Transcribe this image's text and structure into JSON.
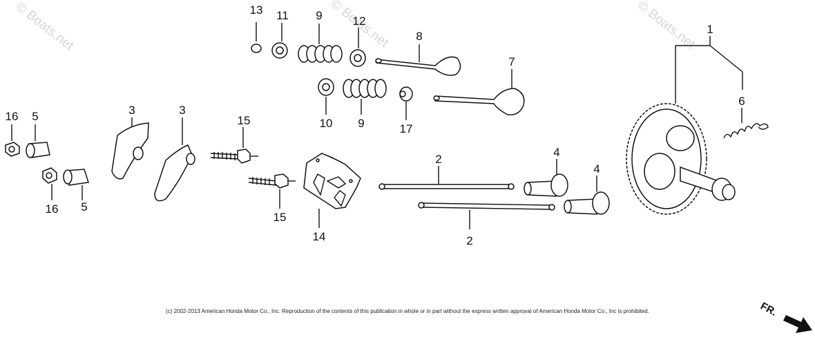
{
  "watermarks": [
    "© Boats.net",
    "© Boats.net",
    "© Boats.net"
  ],
  "labels": {
    "p1": "1",
    "p2a": "2",
    "p2b": "2",
    "p3a": "3",
    "p3b": "3",
    "p4a": "4",
    "p4b": "4",
    "p5a": "5",
    "p5b": "5",
    "p6": "6",
    "p7": "7",
    "p8": "8",
    "p9a": "9",
    "p9b": "9",
    "p10": "10",
    "p11": "11",
    "p12": "12",
    "p13": "13",
    "p14": "14",
    "p15a": "15",
    "p15b": "15",
    "p16a": "16",
    "p16b": "16",
    "p17": "17"
  },
  "copyright": "(c) 2002-2013 American Honda Motor Co., Inc. Reproduction of the contents of this publication in whole or in part without the express written approval of American Honda Motor Co., Inc is prohibited.",
  "direction": "FR."
}
